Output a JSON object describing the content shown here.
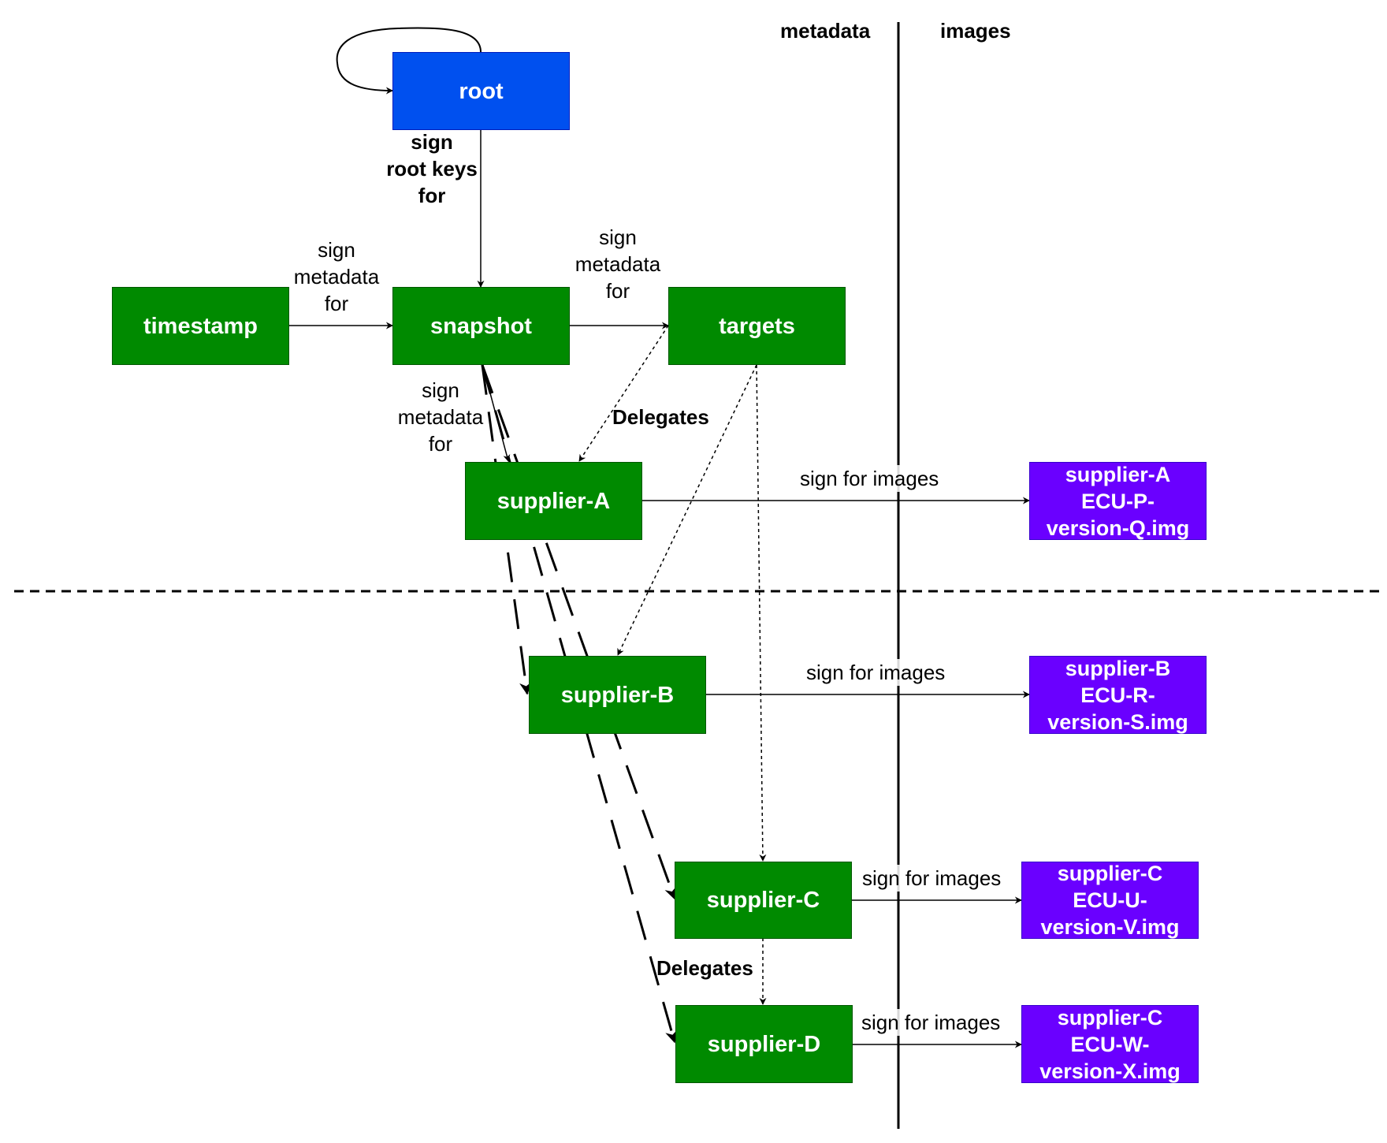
{
  "headers": {
    "metadata": "metadata",
    "images": "images"
  },
  "nodes": {
    "root": "root",
    "timestamp": "timestamp",
    "snapshot": "snapshot",
    "targets": "targets",
    "supplier_a": "supplier-A",
    "supplier_b": "supplier-B",
    "supplier_c": "supplier-C",
    "supplier_d": "supplier-D"
  },
  "images": {
    "a": [
      "supplier-A",
      "ECU-P-",
      "version-Q.img"
    ],
    "b": [
      "supplier-B",
      "ECU-R-",
      "version-S.img"
    ],
    "c": [
      "supplier-C",
      "ECU-U-",
      "version-V.img"
    ],
    "d": [
      "supplier-C",
      "ECU-W-",
      "version-X.img"
    ]
  },
  "edge_labels": {
    "root_sign": [
      "sign",
      "root keys",
      "for"
    ],
    "timestamp_sign": [
      "sign",
      "metadata",
      "for"
    ],
    "snapshot_targets_sign": [
      "sign",
      "metadata",
      "for"
    ],
    "snapshot_suppliers_sign": [
      "sign",
      "metadata",
      "for"
    ],
    "delegates_1": "Delegates",
    "delegates_2": "Delegates",
    "sign_images_a": "sign for images",
    "sign_images_b": "sign for images",
    "sign_images_c": "sign for images",
    "sign_images_d": "sign for images"
  },
  "colors": {
    "green": "#008a00",
    "blue": "#0050ef",
    "purple": "#6a00ff"
  }
}
